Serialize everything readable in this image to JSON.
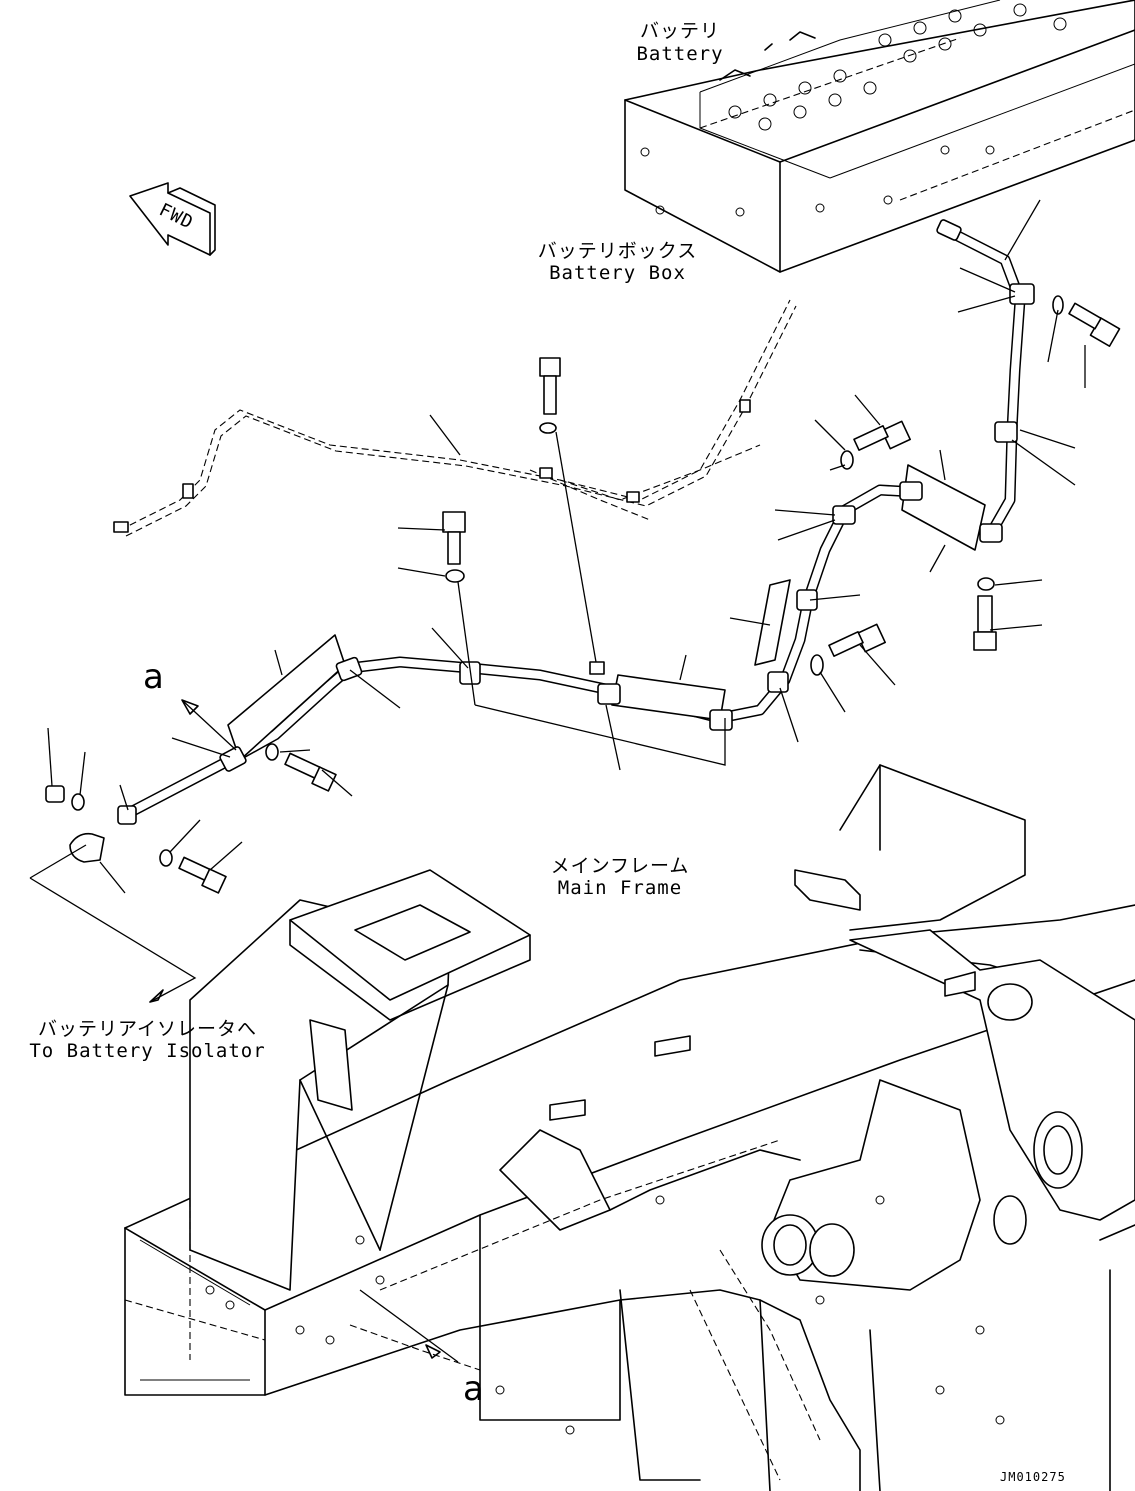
{
  "labels": {
    "battery_jp": "バッテリ",
    "battery_en": "Battery",
    "battery_box_jp": "バッテリボックス",
    "battery_box_en": "Battery Box",
    "main_frame_jp": "メインフレーム",
    "main_frame_en": "Main Frame",
    "isolator_jp": "バッテリアイソレータへ",
    "isolator_en": "To Battery Isolator",
    "fwd": "FWD",
    "detail_mark_top": "a",
    "detail_mark_bottom": "a",
    "drawing_code": "JM010275"
  }
}
